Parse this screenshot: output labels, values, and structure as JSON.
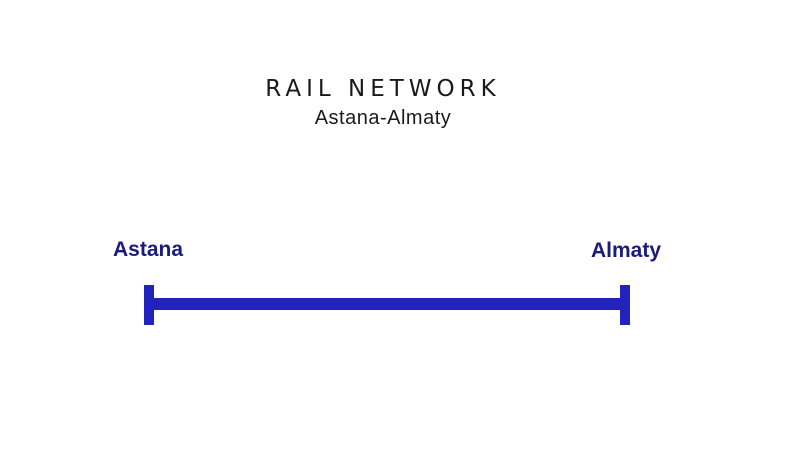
{
  "figure": {
    "title": "RAIL NETWORK",
    "subtitle": "Astana-Almaty"
  },
  "network": {
    "stations": [
      {
        "name": "Astana",
        "position": "left"
      },
      {
        "name": "Almaty",
        "position": "right"
      }
    ],
    "edges": [
      {
        "from": "Astana",
        "to": "Almaty",
        "style": "thick-line-with-end-caps"
      }
    ]
  },
  "colors": {
    "rail": "#2222bd",
    "station-label": "#1b1b7e",
    "title-text": "#1a1a1a",
    "background": "#ffffff"
  }
}
